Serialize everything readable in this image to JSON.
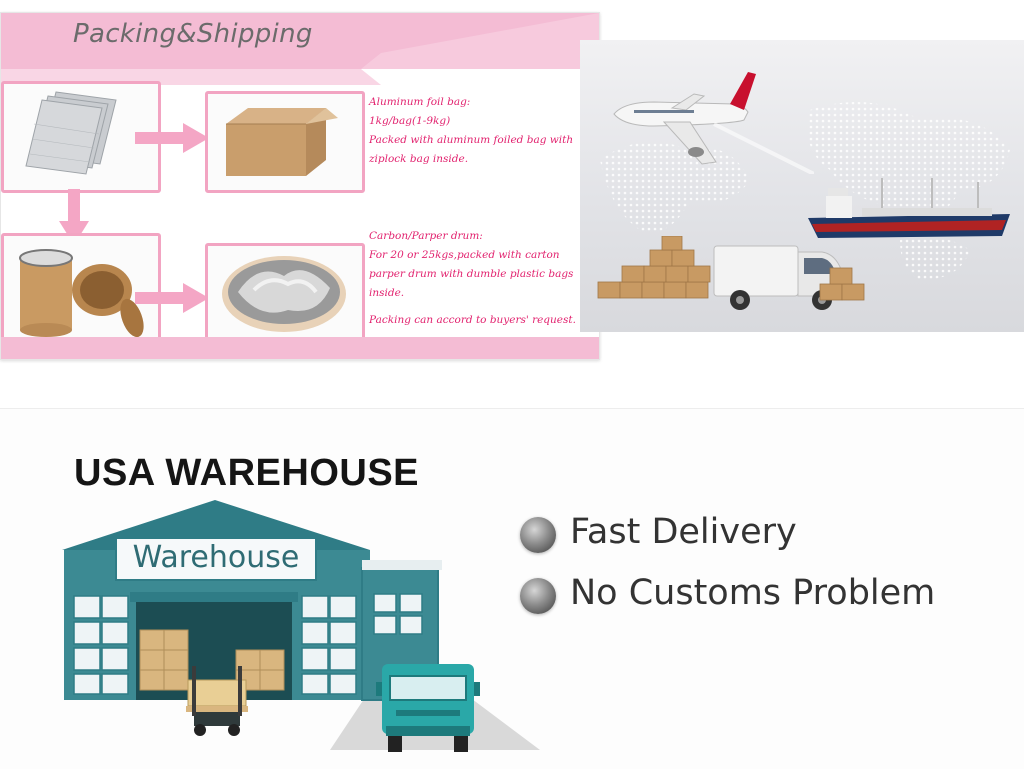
{
  "packing": {
    "title": "Packing&Shipping",
    "foil_text": [
      "Aluminum foil bag:",
      "1kg/bag(1-9kg)",
      "Packed with aluminum foiled bag with",
      "ziplock bag inside."
    ],
    "drum_text": [
      "Carbon/Parper drum:",
      "For 20 or 25kgs,packed with carton",
      "parper drum with dumble plastic bags",
      "inside."
    ],
    "note": "Packing can accord to buyers'  request.",
    "icons": [
      "foil-bags-icon",
      "carton-box-icon",
      "paper-drum-icon",
      "foil-lined-drum-icon"
    ],
    "colors": {
      "pink_band": "#f4bcd4",
      "box_border": "#f2a4c2",
      "text": "#e2236f"
    }
  },
  "shipping": {
    "icons": [
      "airplane-icon",
      "cargo-ship-icon",
      "delivery-truck-icon",
      "carton-stack-icon",
      "world-map-icon"
    ]
  },
  "warehouse": {
    "heading": "USA WAREHOUSE",
    "sign": "Warehouse",
    "features": [
      "Fast Delivery",
      "No Customs Problem"
    ],
    "icons": [
      "warehouse-building-icon",
      "forklift-icon",
      "truck-icon"
    ],
    "colors": {
      "building": "#3c8a93",
      "roof": "#2f7c86"
    }
  }
}
